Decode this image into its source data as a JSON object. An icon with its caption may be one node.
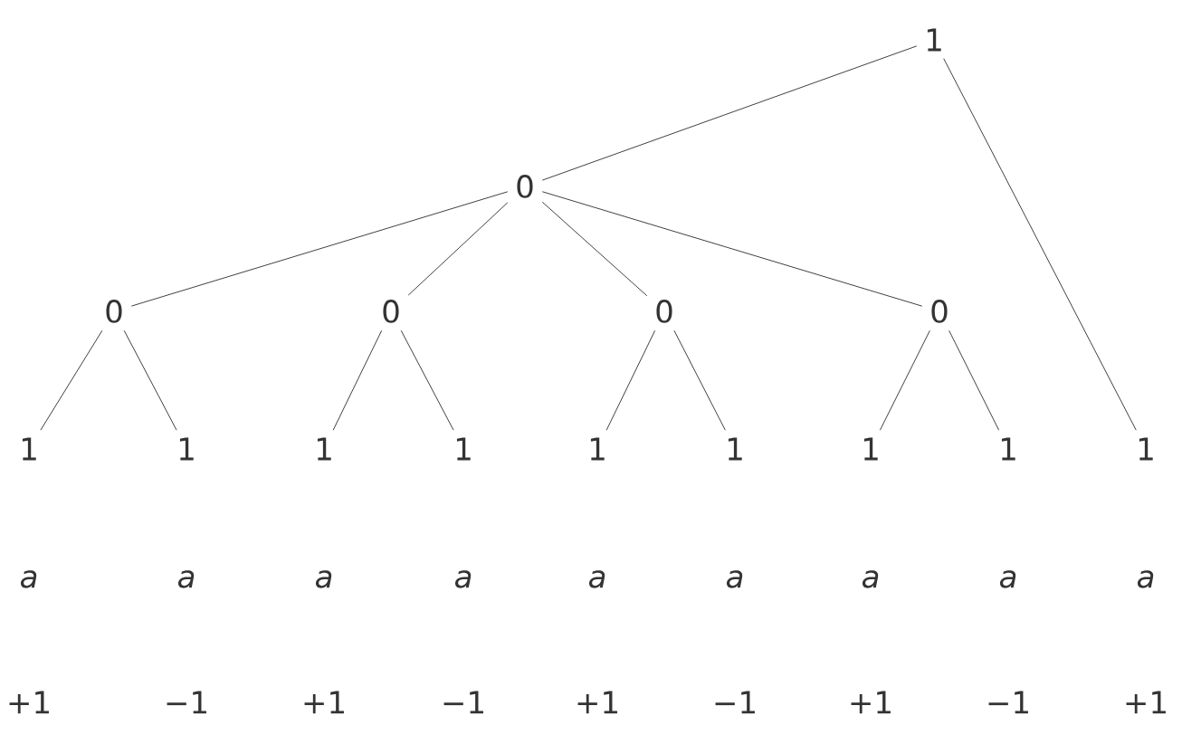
{
  "diagram": {
    "nodes": [
      {
        "text": [
          "1"
        ]
      },
      {
        "text": [
          "0"
        ]
      },
      {
        "text": [
          "0"
        ]
      },
      {
        "text": [
          "0"
        ]
      },
      {
        "text": [
          "0"
        ]
      },
      {
        "text": [
          "0"
        ]
      },
      {
        "text": [
          "1"
        ]
      },
      {
        "text": [
          "1"
        ]
      },
      {
        "text": [
          "1"
        ]
      },
      {
        "text": [
          "1"
        ]
      },
      {
        "text": [
          "1"
        ]
      },
      {
        "text": [
          "1"
        ]
      },
      {
        "text": [
          "1"
        ]
      },
      {
        "text": [
          "1"
        ]
      },
      {
        "text": [
          "1"
        ]
      }
    ],
    "edges": [
      {
        "from": 0,
        "to": 1,
        "arrow": "none"
      },
      {
        "from": 0,
        "to": 14,
        "arrow": "none"
      },
      {
        "from": 1,
        "to": 2,
        "arrow": "none"
      },
      {
        "from": 1,
        "to": 3,
        "arrow": "none"
      },
      {
        "from": 1,
        "to": 4,
        "arrow": "none"
      },
      {
        "from": 1,
        "to": 5,
        "arrow": "none"
      },
      {
        "from": 2,
        "to": 6,
        "arrow": "none"
      },
      {
        "from": 2,
        "to": 7,
        "arrow": "none"
      },
      {
        "from": 3,
        "to": 8,
        "arrow": "none"
      },
      {
        "from": 3,
        "to": 9,
        "arrow": "none"
      },
      {
        "from": 4,
        "to": 10,
        "arrow": "none"
      },
      {
        "from": 4,
        "to": 11,
        "arrow": "none"
      },
      {
        "from": 5,
        "to": 12,
        "arrow": "none"
      },
      {
        "from": 5,
        "to": 13,
        "arrow": "none"
      }
    ],
    "labels": [
      "a",
      "a",
      "a",
      "a",
      "a",
      "a",
      "a",
      "a",
      "a",
      "+1",
      "−1",
      "+1",
      "−1",
      "+1",
      "−1",
      "+1",
      "−1",
      "+1"
    ]
  }
}
